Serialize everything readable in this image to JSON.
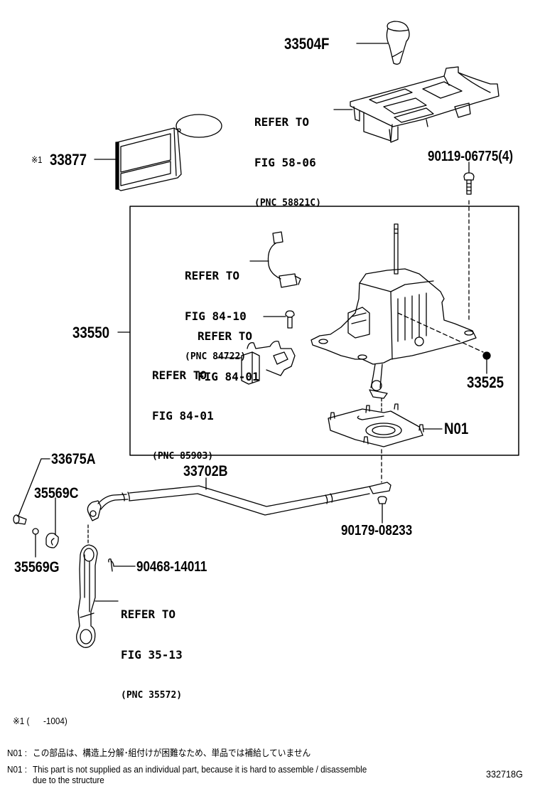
{
  "diagram": {
    "figure_number": "332718G",
    "parts": [
      {
        "id": "33504F",
        "label": "33504F",
        "name": "shift-knob"
      },
      {
        "id": "33877",
        "label": "33877",
        "prefix": "※1",
        "name": "position-indicator-plate"
      },
      {
        "id": "90119-06775",
        "label": "90119-06775(4)",
        "name": "bolt"
      },
      {
        "id": "33550",
        "label": "33550",
        "name": "shift-lever-assembly"
      },
      {
        "id": "33525",
        "label": "33525",
        "name": "nut"
      },
      {
        "id": "N01",
        "label": "N01",
        "name": "lever-base-plate"
      },
      {
        "id": "33675A",
        "label": "33675A",
        "name": "pin"
      },
      {
        "id": "35569C",
        "label": "35569C",
        "name": "bushing"
      },
      {
        "id": "35569G",
        "label": "35569G",
        "name": "washer"
      },
      {
        "id": "33702B",
        "label": "33702B",
        "name": "shift-control-cable"
      },
      {
        "id": "90179-08233",
        "label": "90179-08233",
        "name": "cable-nut"
      },
      {
        "id": "90468-14011",
        "label": "90468-14011",
        "name": "clip"
      }
    ],
    "references": [
      {
        "line1": "REFER TO",
        "line2": "FIG 58-06",
        "line3": "(PNC 58821C)",
        "name": "console-panel-ref"
      },
      {
        "line1": "REFER TO",
        "line2": "FIG 84-10",
        "line3": "(PNC 84722)",
        "name": "wire-harness-ref"
      },
      {
        "line1": "REFER TO",
        "line2": "FIG 84-01",
        "line3": "",
        "name": "screw-ref"
      },
      {
        "line1": "REFER TO",
        "line2": "FIG 84-01",
        "line3": "(PNC 85903)",
        "name": "solenoid-ref"
      },
      {
        "line1": "REFER TO",
        "line2": "FIG 35-13",
        "line3": "(PNC 35572)",
        "name": "control-lever-ref"
      }
    ],
    "footnotes": {
      "range_note": "※1 (      -1004)",
      "n01_jp_label": "N01 :",
      "n01_jp_text": "この部品は、構造上分解･組付けが困難なため、単品では補給していません",
      "n01_en_label": "N01 :",
      "n01_en_text_line1": "This part is not supplied as an individual part, because it is hard to assemble / disassemble",
      "n01_en_text_line2": "due to the structure"
    }
  }
}
